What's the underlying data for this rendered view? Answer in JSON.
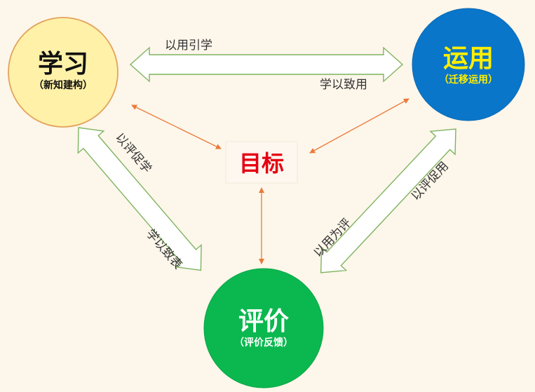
{
  "colors": {
    "background": "#fdf6ea",
    "learn_fill": "#fff1a8",
    "learn_stroke": "#e3a35a",
    "apply_fill": "#0a76c9",
    "apply_text": "#ffee00",
    "eval_fill": "#0bb84f",
    "eval_text": "#ffffff",
    "goal_text": "#e60012",
    "arrow_stroke": "#7fb460",
    "arrow_fill": "#ffffff",
    "thin_arrow": "#ea7a3a"
  },
  "nodes": {
    "learn": {
      "title": "学习",
      "subtitle": "（新知建构）"
    },
    "apply": {
      "title": "运用",
      "subtitle": "（迁移运用）"
    },
    "evaluate": {
      "title": "评价",
      "subtitle": "（评价反馈）"
    }
  },
  "goal": {
    "label": "目标"
  },
  "edge_labels": {
    "learn_to_apply": "以用引学",
    "apply_to_learn": "学以致用",
    "learn_upper": "以评促学",
    "learn_lower": "学以致表",
    "apply_upper": "以评促用",
    "apply_lower": "以用为评"
  }
}
